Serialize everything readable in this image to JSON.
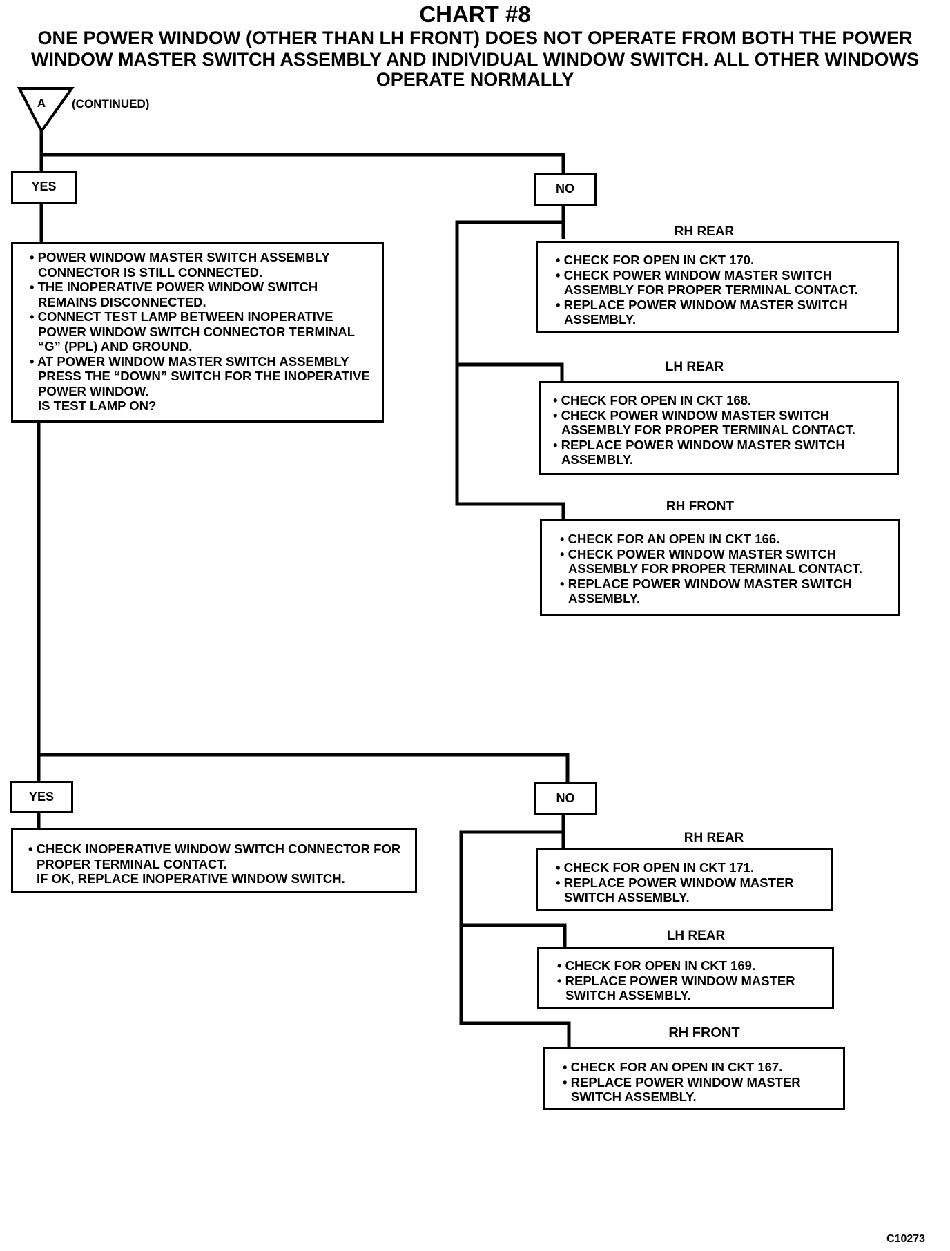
{
  "header": {
    "title": "CHART #8",
    "subtitle_lines": [
      "ONE POWER WINDOW (OTHER THAN LH FRONT) DOES NOT OPERATE FROM BOTH THE POWER",
      "WINDOW MASTER SWITCH ASSEMBLY AND INDIVIDUAL WINDOW SWITCH.  ALL OTHER WINDOWS",
      "OPERATE NORMALLY"
    ]
  },
  "connector": {
    "letter": "A",
    "note": "(CONTINUED)"
  },
  "section1": {
    "yes_label": "YES",
    "no_label": "NO",
    "test": {
      "items": [
        "POWER WINDOW MASTER SWITCH ASSEMBLY CONNECTOR IS STILL CONNECTED.",
        "THE INOPERATIVE POWER WINDOW SWITCH REMAINS DISCONNECTED.",
        "CONNECT TEST LAMP BETWEEN INOPERATIVE POWER WINDOW SWITCH CONNECTOR TERMINAL “G” (PPL) AND GROUND.",
        "AT POWER WINDOW MASTER SWITCH ASSEMBLY PRESS THE “DOWN” SWITCH FOR THE INOPERATIVE POWER WINDOW."
      ],
      "question": "IS TEST LAMP ON?"
    },
    "branches": [
      {
        "label": "RH REAR",
        "items": [
          "CHECK FOR OPEN IN CKT 170.",
          "CHECK POWER WINDOW MASTER SWITCH ASSEMBLY FOR PROPER TERMINAL CONTACT.",
          "REPLACE POWER WINDOW MASTER SWITCH ASSEMBLY."
        ]
      },
      {
        "label": "LH REAR",
        "items": [
          "CHECK FOR OPEN IN CKT 168.",
          "CHECK POWER WINDOW MASTER SWITCH ASSEMBLY FOR PROPER TERMINAL CONTACT.",
          "REPLACE POWER WINDOW MASTER SWITCH ASSEMBLY."
        ]
      },
      {
        "label": "RH FRONT",
        "items": [
          "CHECK FOR AN OPEN IN CKT 166.",
          "CHECK POWER WINDOW MASTER SWITCH ASSEMBLY FOR PROPER TERMINAL CONTACT.",
          "REPLACE POWER WINDOW MASTER SWITCH ASSEMBLY."
        ]
      }
    ]
  },
  "section2": {
    "yes_label": "YES",
    "no_label": "NO",
    "yes_action": {
      "items": [
        "CHECK INOPERATIVE WINDOW SWITCH CONNECTOR FOR PROPER TERMINAL CONTACT."
      ],
      "note": "IF OK, REPLACE INOPERATIVE WINDOW SWITCH."
    },
    "branches": [
      {
        "label": "RH REAR",
        "items": [
          "CHECK FOR OPEN IN CKT 171.",
          "REPLACE POWER WINDOW MASTER SWITCH ASSEMBLY."
        ]
      },
      {
        "label": "LH REAR",
        "items": [
          "CHECK FOR OPEN IN CKT 169.",
          "REPLACE POWER WINDOW MASTER SWITCH ASSEMBLY."
        ]
      },
      {
        "label": "RH FRONT",
        "items": [
          "CHECK FOR AN OPEN IN CKT 167.",
          "REPLACE POWER WINDOW MASTER SWITCH ASSEMBLY."
        ]
      }
    ]
  },
  "figure_id": "C10273"
}
